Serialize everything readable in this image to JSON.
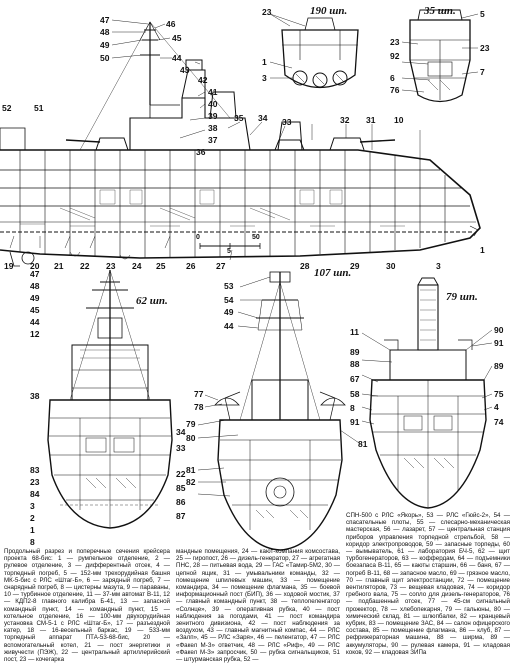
{
  "section_labels": {
    "top_left": "190 шп.",
    "top_right": "35 шп.",
    "mid_left": "62 шп.",
    "mid_center": "107 шп.",
    "mid_right": "79 шп."
  },
  "scale": {
    "zero": "0",
    "five": "5",
    "fifty": "50"
  },
  "callouts": {
    "profile": [
      "47",
      "46",
      "48",
      "45",
      "49",
      "44",
      "50",
      "43",
      "42",
      "41",
      "40",
      "39",
      "38",
      "37",
      "36",
      "52",
      "51",
      "35",
      "34",
      "33",
      "32",
      "31",
      "10",
      "19",
      "20",
      "21",
      "22",
      "23",
      "24",
      "25",
      "26",
      "27",
      "28",
      "29",
      "30",
      "3",
      "1"
    ],
    "s190": [
      "23",
      "1",
      "3"
    ],
    "s35": [
      "5",
      "23",
      "92",
      "23",
      "6",
      "76",
      "7"
    ],
    "s62": [
      "47",
      "48",
      "49",
      "45",
      "44",
      "12",
      "38",
      "34",
      "33",
      "83",
      "23",
      "84",
      "3",
      "2",
      "1",
      "8",
      "22",
      "85",
      "86",
      "87"
    ],
    "s107": [
      "53",
      "54",
      "49",
      "44",
      "77",
      "78",
      "79",
      "80",
      "81",
      "82",
      "81"
    ],
    "s79": [
      "11",
      "90",
      "91",
      "89",
      "88",
      "67",
      "58",
      "8",
      "89",
      "75",
      "4",
      "91",
      "74",
      "79"
    ]
  },
  "caption_left": "Продольный разрез и поперечные сечения крейсера проекта 68-бис: 1 — румпельное отделение, 2 — рулевое отделение, 3 — дифферентный отсек, 4 — торпедный погреб, 5 — 152-мм трехорудийная башня МК-5-бис с РЛС «Штаг-Б», 6 — зарядный погреб, 7 — снарядный погреб, 8 — цистерны мазута, 9 — параваны, 10 — турбинное отделение, 11 — 37-мм автомат В-11, 12 — КДП2-8 главного калибра Б-41, 13 — запасной командный пункт, 14 — командный пункт, 15 — котельное отделение, 16 — 100-мм двухорудийная установка СМ-5-1 с РЛС «Штаг-Б», 17 — разъездной катер, 18 — 16-весельный баркас, 19 — 533-мм торпедный аппарат ПТА-53-68-бис, 20 — вспомогательный котел, 21 — пост энергетики и живучести (ПЭЖ), 22 — центральный артиллерийский пост, 23 — кочегарка",
  "caption_mid": "мандные помещения, 24 — кают-компания комсостава, 25 — гиропост, 26 — дизель-генератор, 27 — агрегатная ПНС, 28 — питьевая вода, 29 — ГАС «Тамир-5М2, 30 — цепной ящик, 31 — умывальники команды, 32 — помещение шпилевых машин, 33 — помещение командира, 34 — помещение флагмана, 35 — боевой информационный пост (БИП), 36 — ходовой мостик, 37 — главный командный пункт, 38 — теплопеленгатор «Солнце», 39 — оперативная рубка, 40 — пост наблюдения за погодами, 41 — пост командира зенитного дивизиона, 42 — пост наблюдения за воздухом, 43 — главный магнитный компас, 44 — РЛС «Залп», 45 — РЛС «Заря», 46 — пеленгатор, 47 — РЛС «Факел М-З» ответчик, 48 — РЛС «Риф», 49 — РЛС «Факел М-З» запросчик, 50 — рубка сигнальщиков, 51 — штурманская рубка, 52 —",
  "caption_right": "СПН-500 с РЛС «Якорь», 53 — РЛС «Гюйс-2», 54 — спасательные плоты, 55 — слесарно-механическая мастерская, 56 — лазарет, 57 — центральная станция приборов управления торпедной стрельбой, 58 — коридор электропроводов, 59 — запасные торпеды, 60 — вымыватель, 61 — лаборатория БЧ-5, 62 — щит турбогенераторов, 63 — коффердам, 64 — подъемники боезапаса В-11, 65 — каюты старшин, 66 — баня, 67 — погреб В-11, 68 — запасное масло, 69 — грязное масло, 70 — главный щит электростанции, 72 — помещение вентиляторов, 73 — вещевая кладовая, 74 — коридор гребного вала, 75 — сопло для дизель-генераторов, 76 — подбашенный отсек, 77 — 45-см сигнальный прожектор, 78 — хлебопекарня, 79 — гальюны, 80 — химический склад, 81 — шлюпбалки, 82 — кранцевый кубрик, 83 — помещение ЗАС, 84 — салон офицерского состава, 85 — помещение флагмана, 86 — клуб, 87 — рефрижераторная машина, 88 — ширма, 89 — аккумуляторы, 90 — рулевая камера, 91 — кладовая коков, 92 — кладовая ЗИПа"
}
